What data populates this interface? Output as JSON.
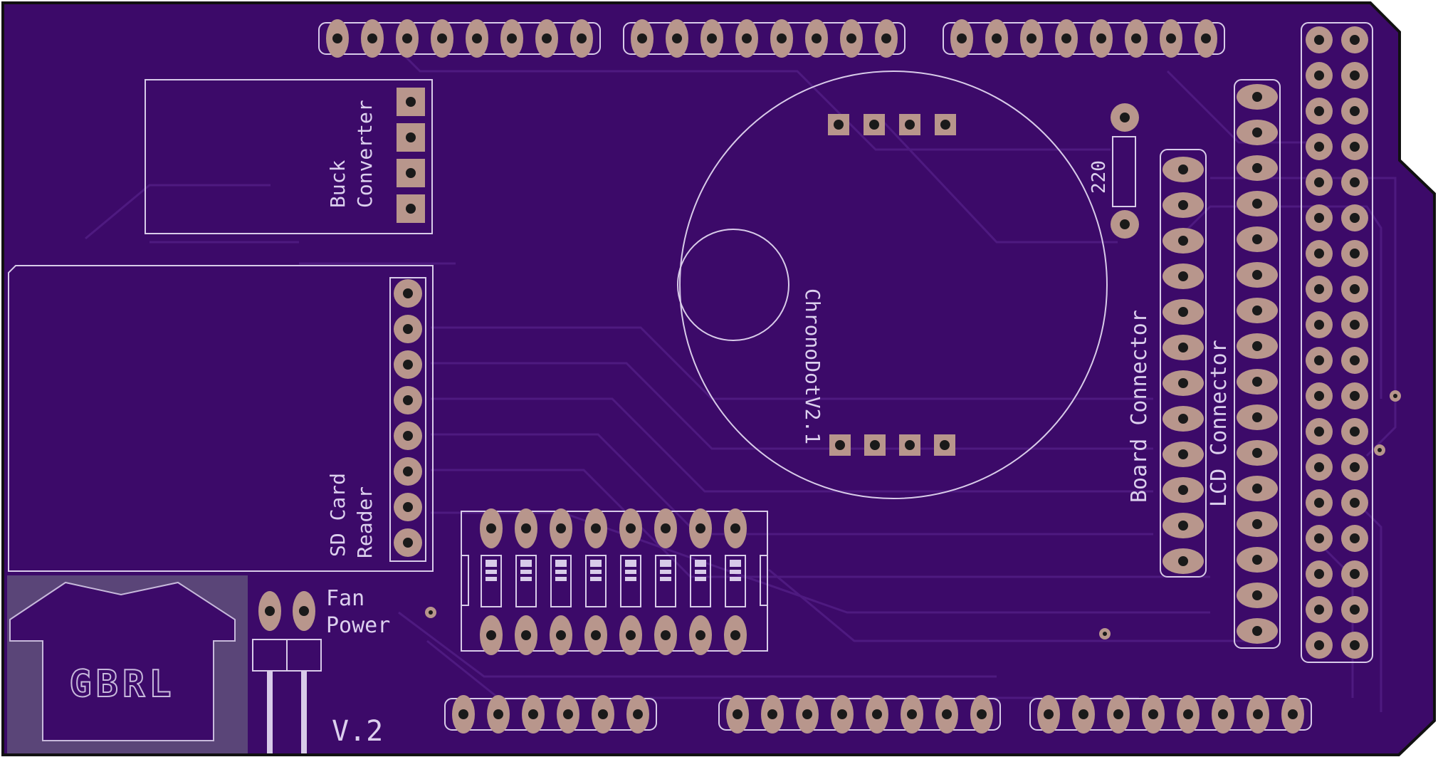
{
  "board": {
    "colors": {
      "substrate": "#3c0a69",
      "trace": "#4e1a80",
      "silkscreen": "#d8cbe9",
      "pad": "#b8968c",
      "drill": "#1a1a1a"
    },
    "labels": {
      "buck_converter_line1": "Buck",
      "buck_converter_line2": "Converter",
      "sd_card_line1": "SD Card",
      "sd_card_line2": "Reader",
      "chronodot": "ChronoDotV2.1",
      "resistor": "220",
      "board_connector": "Board Connector",
      "lcd_connector": "LCD Connector",
      "fan_line1": "Fan",
      "fan_line2": "Power",
      "version": "V.2",
      "logo": "GBRL"
    }
  }
}
